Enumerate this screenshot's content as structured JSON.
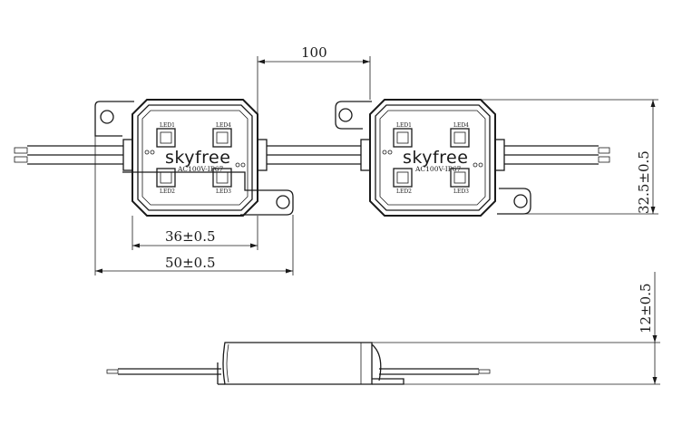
{
  "dimensions": {
    "pitch": "100",
    "inner_width": "36±0.5",
    "outer_width": "50±0.5",
    "height": "32.5±0.5",
    "thickness": "12±0.5"
  },
  "module_left": {
    "brand": "skyfree",
    "spec": "AC100V-IP67",
    "led_labels": [
      "LED1",
      "LED4",
      "LED2",
      "LED3"
    ]
  },
  "module_right": {
    "brand": "skyfree",
    "spec": "AC100V-IP67",
    "led_labels": [
      "LED1",
      "LED4",
      "LED2",
      "LED3"
    ]
  }
}
